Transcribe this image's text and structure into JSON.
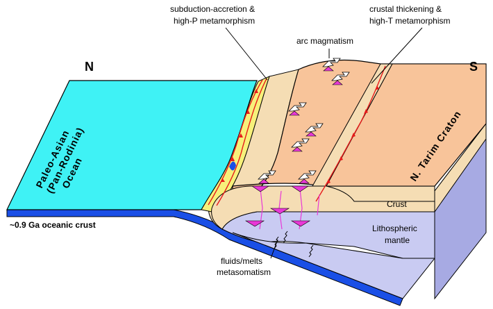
{
  "labels": {
    "north": "N",
    "south": "S",
    "subduction_line1": "subduction-accretion &",
    "subduction_line2": "high-P metamorphism",
    "crustal_line1": "crustal thickening &",
    "crustal_line2": "high-T metamorphism",
    "arc": "arc magmatism",
    "ocean_line1": "Paleo-Asian",
    "ocean_line2": "(Pan-Rodinia)",
    "ocean_line3": "Ocean",
    "craton": "N. Tarim Craton",
    "crust": "Crust",
    "mantle_line1": "Lithospheric",
    "mantle_line2": "mantle",
    "oceanic_crust": "~0.9 Ga oceanic crust",
    "fluids_line1": "fluids/melts",
    "fluids_line2": "metasomatism"
  },
  "colors": {
    "ocean": "#3ff2f5",
    "oceanic_crust": "#1a4fe6",
    "crust": "#f5ddb4",
    "plateau": "#f8c49a",
    "mantle": "#c9cbf2",
    "side_face": "#a7aae3",
    "accretion": "#f7f07a",
    "thrust": "#e61a1a",
    "magma": "#e838d6"
  }
}
